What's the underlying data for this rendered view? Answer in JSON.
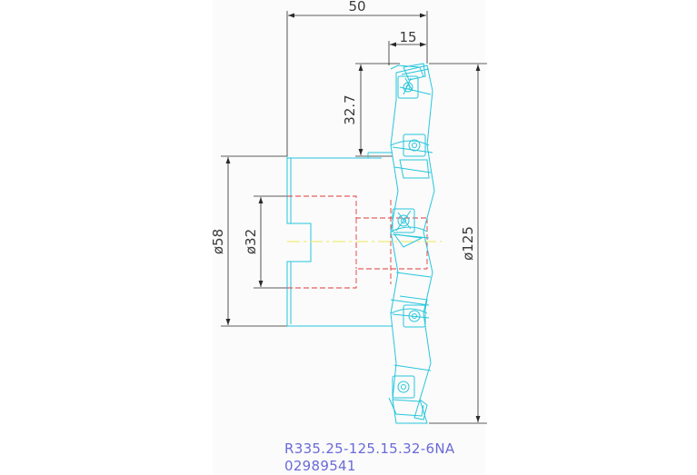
{
  "drawing": {
    "dimensions": {
      "overall_length": "50",
      "head_width": "15",
      "head_offset": "32.7",
      "hub_diameter": "ø58",
      "bore_diameter": "ø32",
      "cutter_diameter": "ø125"
    },
    "part_number": "R335.25-125.15.32-6NA",
    "order_code": "02989541",
    "colors": {
      "dimension": "#2a2a2a",
      "outline": "#26c6dc",
      "hidden": "#e23a3a",
      "centerline": "#e8e85a",
      "caption": "#6a6ad8",
      "sheet": "#fbfbfb"
    }
  }
}
